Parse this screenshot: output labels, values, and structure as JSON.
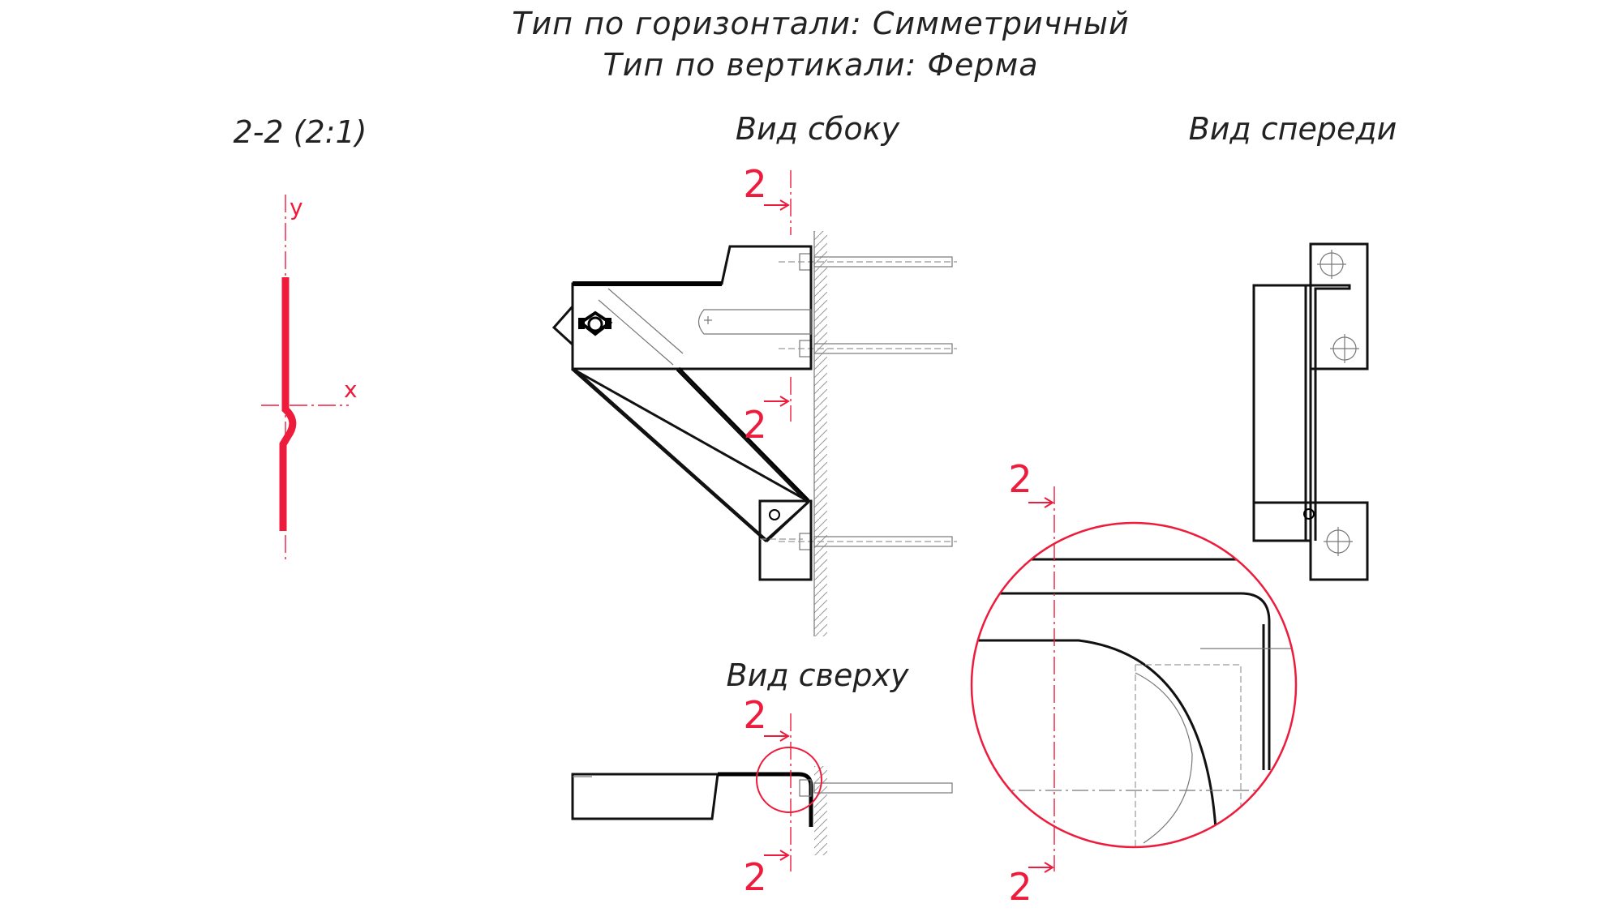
{
  "header": {
    "line1": "Тип по горизонтали: Симметричный",
    "line2": "Тип по вертикали: Ферма"
  },
  "views": {
    "section": "2-2 (2:1)",
    "side": "Вид сбоку",
    "front": "Вид спереди",
    "top": "Вид сверху"
  },
  "section_mark": "2",
  "axes": {
    "x": "x",
    "y": "y"
  },
  "colors": {
    "annotation": "#ee1c3c",
    "outline": "#111111"
  }
}
